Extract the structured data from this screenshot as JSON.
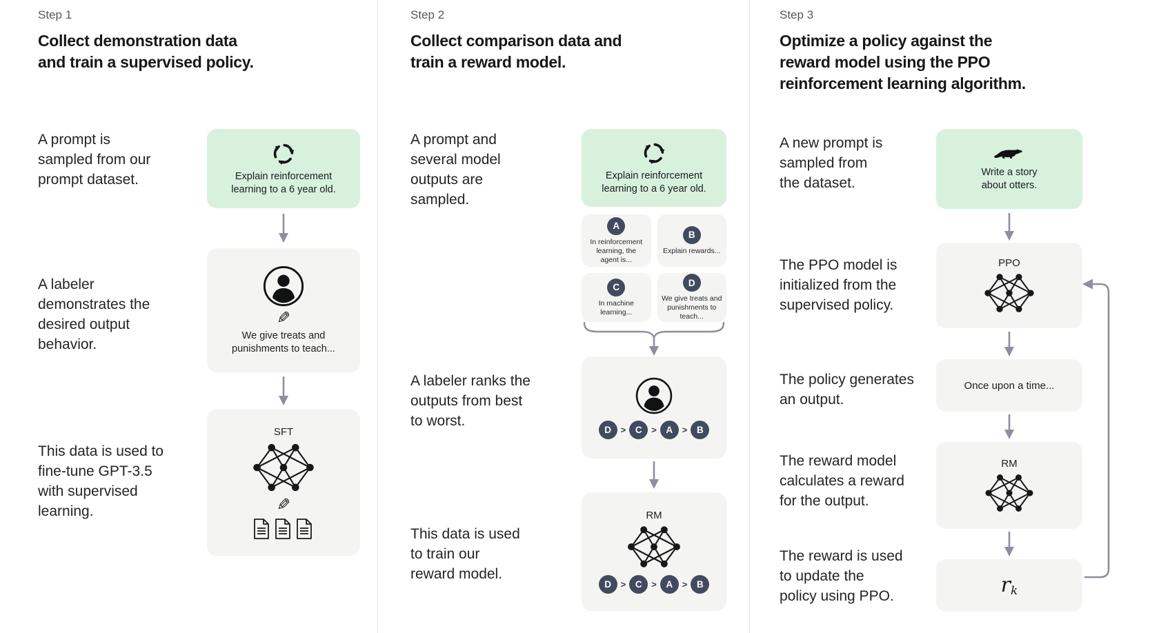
{
  "palette": {
    "background": "#ffffff",
    "divider": "#e5e5e3",
    "green_box": "#d7f1dd",
    "gray_box": "#f4f4f2",
    "arrow": "#8e8ea0",
    "rank_circle": "#414a5f",
    "text": "#202123",
    "step_label": "#55585f"
  },
  "step1": {
    "label": "Step 1",
    "title": [
      "Collect demonstration data",
      "and train a supervised policy."
    ],
    "prompt_text": [
      "A prompt is",
      "sampled from our",
      "prompt dataset."
    ],
    "prompt_box": {
      "icon": "cycle-arrows-icon",
      "caption": [
        "Explain reinforcement",
        "learning to a 6 year old."
      ]
    },
    "labeler_text": [
      "A labeler",
      "demonstrates the",
      "desired output",
      "behavior."
    ],
    "labeler_box": {
      "icons": [
        "person-icon",
        "pencil-icon"
      ],
      "caption": [
        "We give treats and",
        "punishments to teach..."
      ]
    },
    "sft_text": [
      "This data is used to",
      "fine-tune GPT-3.5",
      "with supervised",
      "learning."
    ],
    "sft_box": {
      "label": "SFT",
      "icons": [
        "neural-network-icon",
        "pencil-icon",
        "documents-icon"
      ]
    }
  },
  "step2": {
    "label": "Step 2",
    "title": [
      "Collect comparison data and",
      "train a reward model."
    ],
    "prompt_text": [
      "A prompt and",
      "several model",
      "outputs are",
      "sampled."
    ],
    "prompt_box": {
      "icon": "cycle-arrows-icon",
      "caption": [
        "Explain reinforcement",
        "learning to a 6 year old."
      ]
    },
    "output_cards": [
      {
        "letter": "A",
        "text": [
          "In reinforcement",
          "learning, the",
          "agent is..."
        ]
      },
      {
        "letter": "B",
        "text": [
          "Explain rewards..."
        ]
      },
      {
        "letter": "C",
        "text": [
          "In machine",
          "learning..."
        ]
      },
      {
        "letter": "D",
        "text": [
          "We give treats and",
          "punishments to",
          "teach..."
        ]
      }
    ],
    "labeler_text": [
      "A labeler ranks the",
      "outputs from best",
      "to worst."
    ],
    "labeler_box": {
      "icon": "person-icon",
      "ranking": [
        "D",
        "C",
        "A",
        "B"
      ],
      "separator": ">"
    },
    "rm_text": [
      "This data is used",
      "to train our",
      "reward model."
    ],
    "rm_box": {
      "label": "RM",
      "icon": "neural-network-icon",
      "ranking": [
        "D",
        "C",
        "A",
        "B"
      ],
      "separator": ">"
    }
  },
  "step3": {
    "label": "Step 3",
    "title": [
      "Optimize a policy against the",
      "reward model using the PPO",
      "reinforcement learning algorithm."
    ],
    "prompt_text": [
      "A new prompt is",
      "sampled from",
      "the dataset."
    ],
    "prompt_box": {
      "icon": "otter-icon",
      "caption": [
        "Write a story",
        "about otters."
      ]
    },
    "ppo_text": [
      "The PPO model is",
      "initialized from the",
      "supervised policy."
    ],
    "ppo_box": {
      "label": "PPO",
      "icon": "neural-network-icon"
    },
    "output_text": [
      "The policy generates",
      "an output."
    ],
    "output_box": {
      "text": "Once upon a time..."
    },
    "rm_text": [
      "The reward model",
      "calculates a reward",
      "for the output."
    ],
    "rm_box": {
      "label": "RM",
      "icon": "neural-network-icon"
    },
    "reward_text": [
      "The reward is used",
      "to update the",
      "policy using PPO."
    ],
    "reward_box": {
      "symbol": "r",
      "subscript": "k"
    }
  }
}
